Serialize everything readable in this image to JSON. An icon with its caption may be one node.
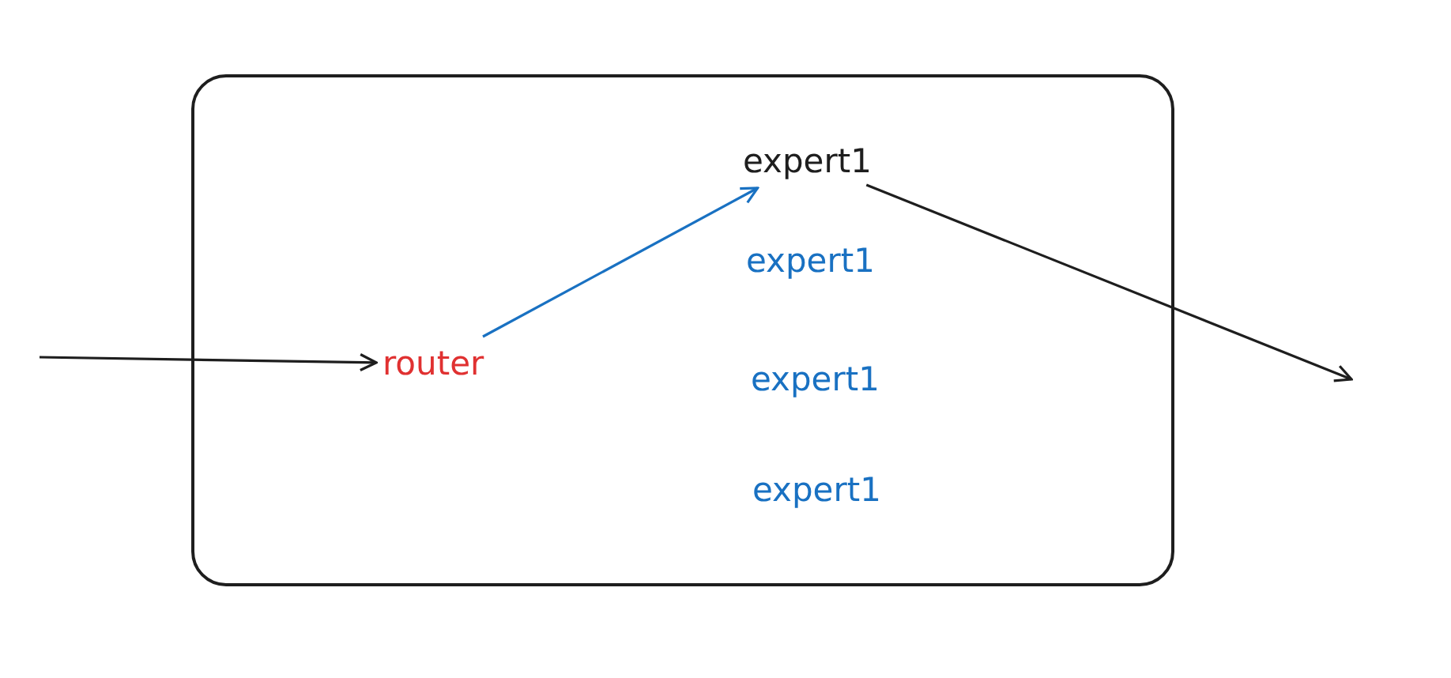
{
  "diagram": {
    "nodes": [
      {
        "text": [],
        "shape": "box"
      },
      {
        "text": [
          "router"
        ],
        "in": 0
      },
      {
        "text": [
          "expert1"
        ],
        "in": 0
      },
      {
        "text": [
          "expert1"
        ],
        "in": 0
      },
      {
        "text": [
          "expert1"
        ],
        "in": 0
      },
      {
        "text": [
          "expert1"
        ],
        "in": 0
      }
    ],
    "edges": [
      {
        "from": null,
        "to": 1,
        "arrow": "to"
      },
      {
        "from": 1,
        "to": 2,
        "arrow": "to",
        "color": "#1971c2"
      },
      {
        "from": 2,
        "to": null,
        "arrow": "to"
      }
    ]
  }
}
